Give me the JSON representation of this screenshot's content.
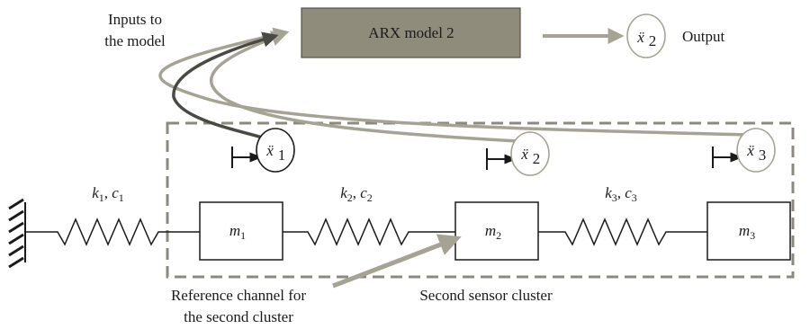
{
  "inputs_label_line1": "Inputs to",
  "inputs_label_line2": "the model",
  "model_label": "ARX model 2",
  "output_label": "Output",
  "sensor_output_symbol": "ẍ",
  "sensor_output_sub": "2",
  "sensors": [
    {
      "symbol": "ẍ",
      "sub": "1"
    },
    {
      "symbol": "ẍ",
      "sub": "2"
    },
    {
      "symbol": "ẍ",
      "sub": "3"
    }
  ],
  "springs": [
    {
      "k": "k",
      "k_sub": "1",
      "c": "c",
      "c_sub": "1"
    },
    {
      "k": "k",
      "k_sub": "2",
      "c": "c",
      "c_sub": "2"
    },
    {
      "k": "k",
      "k_sub": "3",
      "c": "c",
      "c_sub": "3"
    }
  ],
  "masses": [
    {
      "m": "m",
      "sub": "1"
    },
    {
      "m": "m",
      "sub": "2"
    },
    {
      "m": "m",
      "sub": "3"
    }
  ],
  "reference_label_line1": "Reference channel for",
  "reference_label_line2": "the second cluster",
  "cluster_label": "Second sensor cluster",
  "colors": {
    "model_fill": "#8f8c7c",
    "arrow_light": "#a5a394",
    "arrow_dark": "#4a4a44",
    "dash": "#8c8a7e",
    "ink": "#1a1a1a"
  }
}
